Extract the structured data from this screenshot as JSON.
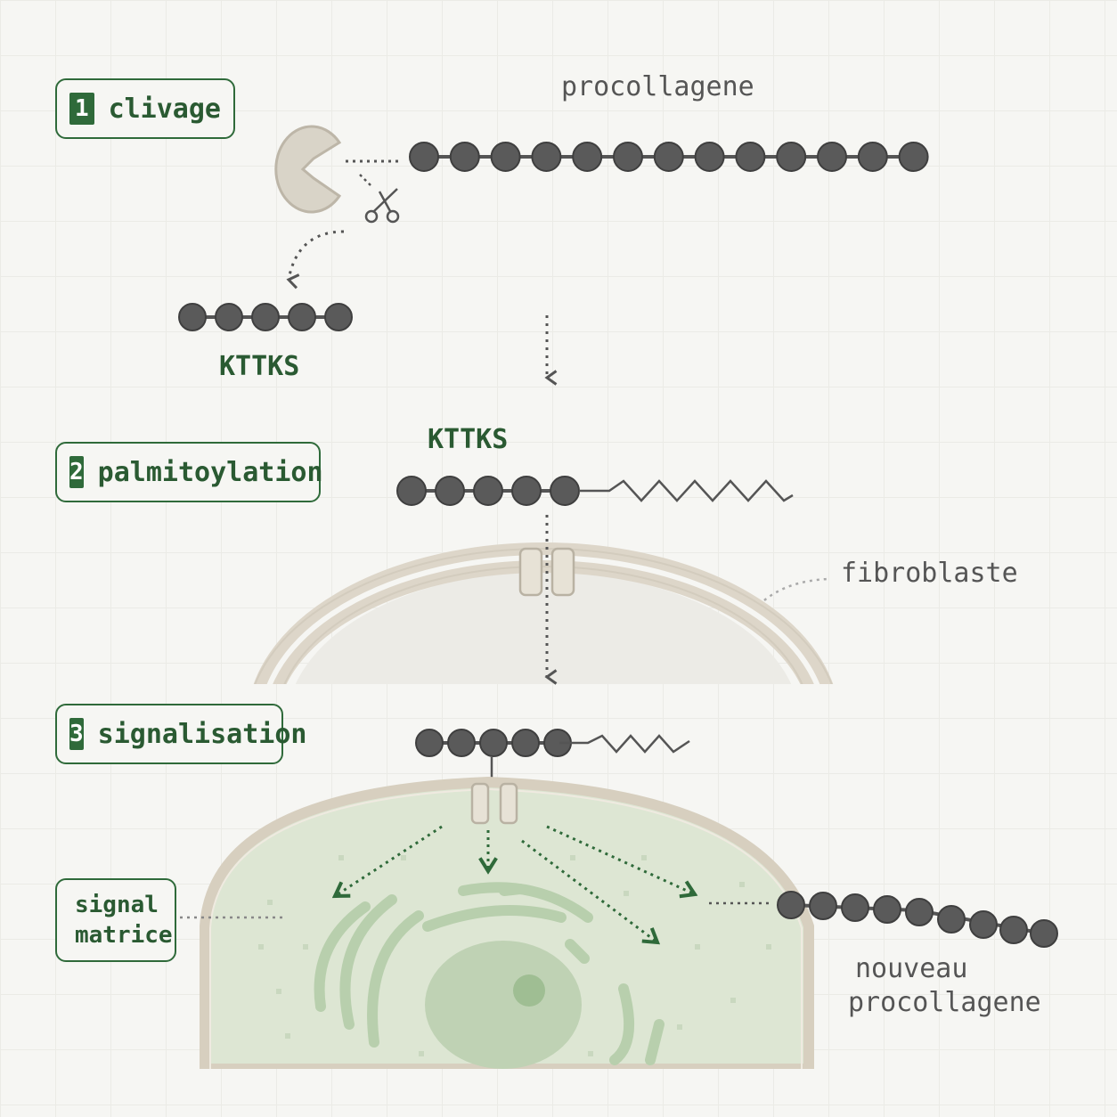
{
  "steps": [
    {
      "num": "1",
      "label": "clivage"
    },
    {
      "num": "2",
      "label": "palmitoylation"
    },
    {
      "num": "3",
      "label": "signalisation"
    }
  ],
  "labels": {
    "procollagene": "procollagene",
    "kttks_fragment": "KTTKS",
    "kttks_lipid": "KTTKS",
    "fibroblaste": "fibroblaste",
    "signal_line1": "signal",
    "signal_line2": "matrice",
    "nouveau_line1": "nouveau",
    "nouveau_line2": "procollagene"
  },
  "colors": {
    "accent_green": "#2f6a3a",
    "bead": "#5a5a5a",
    "membrane": "#e2ddd2",
    "cell_fill": "#dde6d3",
    "enzyme": "#d9d4c8"
  },
  "icons": [
    "scissors-icon",
    "enzyme-icon",
    "channel-icon"
  ]
}
